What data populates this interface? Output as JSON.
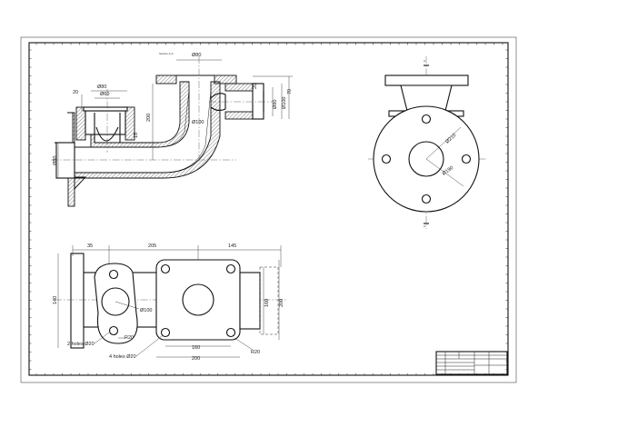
{
  "section_title": "Section A-A",
  "section_marks": {
    "top": "A",
    "bottom": "A"
  },
  "dimensions_front": {
    "top_flange_dia": "Ø80",
    "socket_outer_dia": "Ø80",
    "socket_inner_dia": "Ø60",
    "socket_thk": "20",
    "inlet_flange_dia": "Ø80",
    "pipe_height": "200",
    "bend_radius": "15",
    "bend_dia": "Ø100",
    "outlet_dia_1": "Ø80",
    "outlet_dia_2": "Ø100",
    "outlet_flange_thk": "20",
    "outlet_height": "70"
  },
  "dimensions_side": {
    "bolt_circle_dia": "Ø210",
    "bore_dia": "Ø190"
  },
  "dimensions_top": {
    "left_offset": "35",
    "mid_length": "205",
    "right_length": "145",
    "left_height": "140",
    "bore_dia": "Ø100",
    "small_holes": "2 holes Ø20",
    "small_radius": "R20",
    "large_holes": "4 holes Ø20",
    "bolt_spacing": "160",
    "plate_width": "200",
    "plate_height_inner": "160",
    "plate_height_outer": "200",
    "corner_radius": "R20"
  }
}
